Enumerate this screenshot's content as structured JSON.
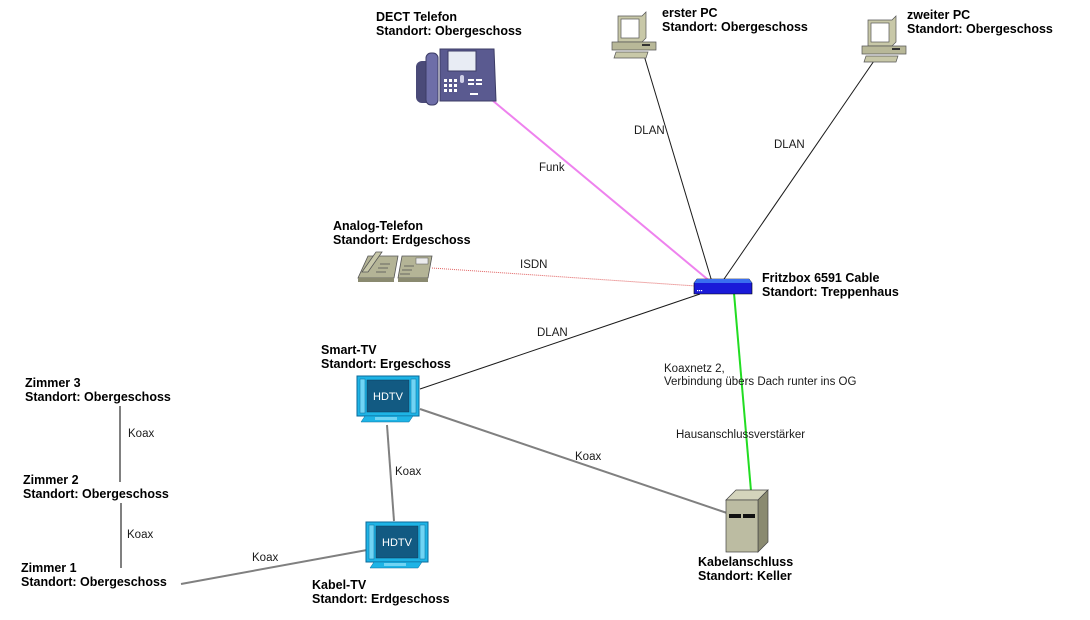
{
  "title": "Heimnetzwerk",
  "colors": {
    "dlan": "#1a1a1a",
    "funk": "#ee82ee",
    "isdn": "#e06060",
    "koax": "#808080",
    "koaxnetz2": "#22dd22",
    "router": "#1a1ad8",
    "hdtv": "#1eb4e6",
    "hdtv_screen": "#125a82"
  },
  "nodes": {
    "dect": {
      "name": "DECT Telefon",
      "location": "Standort: Obergeschoss",
      "icon": "ip-phone-icon"
    },
    "pc1": {
      "name": "erster PC",
      "location": "Standort: Obergeschoss",
      "icon": "desktop-pc-icon"
    },
    "pc2": {
      "name": "zweiter PC",
      "location": "Standort: Obergeschoss",
      "icon": "desktop-pc-icon"
    },
    "analog": {
      "name": "Analog-Telefon",
      "location": "Standort: Erdgeschoss",
      "icon": "analog-phone-icon"
    },
    "fritzbox": {
      "name": "Fritzbox 6591 Cable",
      "location": "Standort: Treppenhaus",
      "icon": "router-icon"
    },
    "smarttv": {
      "name": "Smart-TV",
      "location": "Standort: Ergeschoss",
      "icon": "hdtv-icon",
      "screen_text": "HDTV"
    },
    "kabeltv": {
      "name": "Kabel-TV",
      "location": "Standort: Erdgeschoss",
      "icon": "hdtv-icon",
      "screen_text": "HDTV"
    },
    "kabelanschluss": {
      "name": "Kabelanschluss",
      "location": "Standort: Keller",
      "icon": "server-tower-icon"
    },
    "zimmer3": {
      "name": "Zimmer 3",
      "location": "Standort: Obergeschoss"
    },
    "zimmer2": {
      "name": "Zimmer 2",
      "location": "Standort: Obergeschoss"
    },
    "zimmer1": {
      "name": "Zimmer 1",
      "location": "Standort: Obergeschoss"
    }
  },
  "edges": [
    {
      "from": "dect",
      "to": "fritzbox",
      "label": "Funk",
      "type": "funk"
    },
    {
      "from": "pc1",
      "to": "fritzbox",
      "label": "DLAN",
      "type": "dlan"
    },
    {
      "from": "pc2",
      "to": "fritzbox",
      "label": "DLAN",
      "type": "dlan"
    },
    {
      "from": "analog",
      "to": "fritzbox",
      "label": "ISDN",
      "type": "isdn"
    },
    {
      "from": "smarttv",
      "to": "fritzbox",
      "label": "DLAN",
      "type": "dlan"
    },
    {
      "from": "fritzbox",
      "to": "kabelanschluss",
      "label": "Koaxnetz 2,",
      "label2": "Verbindung übers Dach runter ins OG",
      "label3": "Hausanschlussverstärker",
      "type": "koaxnetz2"
    },
    {
      "from": "smarttv",
      "to": "kabelanschluss",
      "label": "Koax",
      "type": "koax"
    },
    {
      "from": "smarttv",
      "to": "kabeltv",
      "label": "Koax",
      "type": "koax"
    },
    {
      "from": "zimmer1",
      "to": "kabeltv",
      "label": "Koax",
      "type": "koax"
    },
    {
      "from": "zimmer3",
      "to": "zimmer2",
      "label": "Koax",
      "type": "koax"
    },
    {
      "from": "zimmer2",
      "to": "zimmer1",
      "label": "Koax",
      "type": "koax"
    }
  ]
}
